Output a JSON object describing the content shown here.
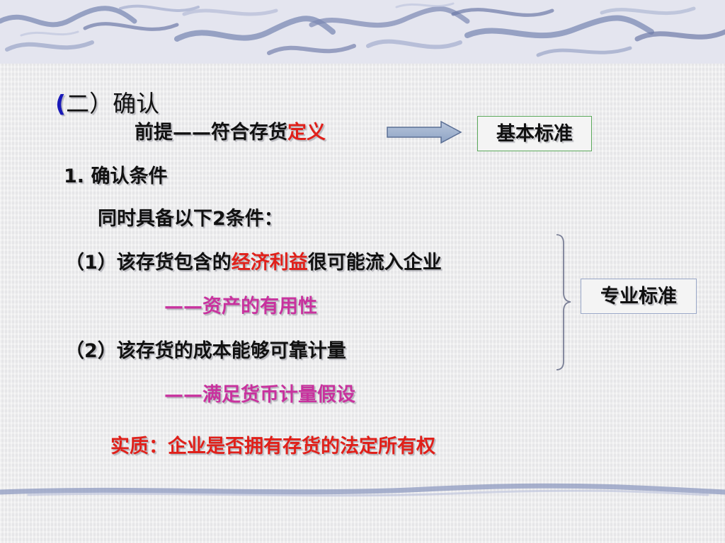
{
  "title": {
    "paren_open": "(",
    "text": "二）确认"
  },
  "premise": {
    "prefix": "前提——符合存货",
    "highlight": "定义"
  },
  "basic_standard": "基本标准",
  "conditions": {
    "heading": "1. 确认条件",
    "intro": "同时具备以下2条件："
  },
  "item1": {
    "prefix": "（1）该存货包含的",
    "highlight": "经济利益",
    "suffix": "很可能流入企业",
    "note": "——资产的有用性"
  },
  "item2": {
    "text": "（2）该存货的成本能够可靠计量",
    "note": "——满足货币计量假设"
  },
  "professional_standard": "专业标准",
  "essence": "实质：企业是否拥有存货的法定所有权",
  "colors": {
    "red": "#e0201a",
    "pink": "#c8329e",
    "blue": "#1a1ab8",
    "box_border": "#5aa85a"
  }
}
